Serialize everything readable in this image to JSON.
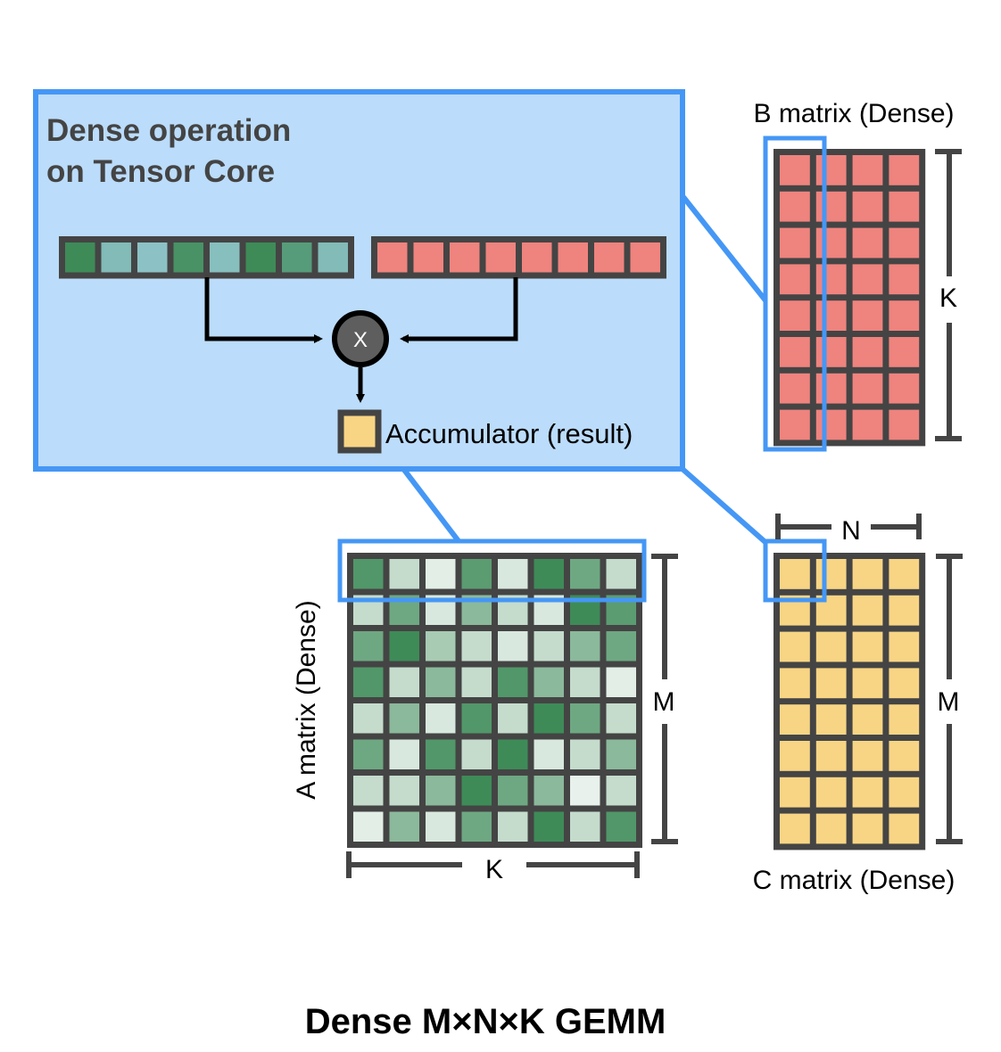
{
  "colors": {
    "highlight": "#4597f5",
    "panel_fill": "#bbdcfa",
    "grid_line": "#444444",
    "a_green": "#3e8b58",
    "b_red": "#ef837e",
    "c_yellow": "#f8d584",
    "op_circle": "#5e5e5e",
    "arrow": "#000000"
  },
  "panel": {
    "title_line1": "Dense operation",
    "title_line2": "on Tensor Core",
    "operator_symbol": "X",
    "accumulator_label": "Accumulator (result)",
    "a_vector_intensity": [
      1.0,
      0.3,
      0.2,
      0.9,
      0.25,
      1.0,
      0.75,
      0.3
    ],
    "b_vector_count": 8
  },
  "matrices": {
    "a": {
      "label": "A matrix (Dense)",
      "rows": 8,
      "cols": 8,
      "dim_vertical": "M",
      "dim_horizontal": "K",
      "intensity": [
        [
          0.9,
          0.3,
          0.15,
          0.85,
          0.2,
          1.0,
          0.75,
          0.3
        ],
        [
          0.3,
          0.75,
          0.2,
          0.6,
          0.3,
          0.2,
          1.0,
          0.85
        ],
        [
          0.75,
          1.0,
          0.45,
          0.3,
          0.2,
          0.3,
          0.6,
          0.75
        ],
        [
          0.9,
          0.3,
          0.6,
          0.3,
          0.9,
          0.6,
          0.3,
          0.15
        ],
        [
          0.3,
          0.6,
          0.2,
          0.9,
          0.3,
          1.0,
          0.75,
          0.3
        ],
        [
          0.75,
          0.2,
          0.9,
          0.3,
          1.0,
          0.2,
          0.3,
          0.6
        ],
        [
          0.3,
          0.3,
          0.6,
          1.0,
          0.75,
          0.6,
          0.12,
          0.3
        ],
        [
          0.15,
          0.6,
          0.2,
          0.75,
          0.3,
          1.0,
          0.3,
          0.9
        ]
      ]
    },
    "b": {
      "label": "B matrix (Dense)",
      "rows": 8,
      "cols": 4,
      "dim_vertical": "K"
    },
    "c": {
      "label": "C matrix (Dense)",
      "rows": 8,
      "cols": 4,
      "dim_vertical": "M",
      "dim_horizontal": "N"
    }
  },
  "title": "Dense M×N×K GEMM"
}
